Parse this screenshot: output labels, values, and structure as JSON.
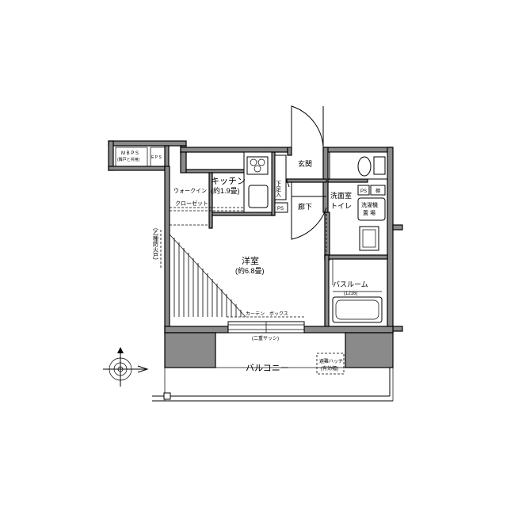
{
  "rooms": {
    "kitchen": {
      "name": "キッチン",
      "size": "(約1.9畳)"
    },
    "western": {
      "name": "洋室",
      "size": "(約6.8畳)"
    },
    "washroom_toilet": {
      "line1": "洗面室",
      "line2": "トイレ"
    },
    "bathroom": {
      "name": "バスルーム",
      "size": "(1216)"
    },
    "balcony": {
      "name": "バルコニー"
    },
    "entrance": {
      "name": "玄関"
    },
    "hallway": {
      "name": "廊下"
    },
    "walkin_closet": {
      "line1": "ウォークイン",
      "line2": "クローゼット"
    }
  },
  "labels": {
    "mb_ps": "M B  P S",
    "mb_ps_sub": "(隣戸と共用)",
    "eps": "E P S",
    "shoe_rack": "下足入",
    "ps_kitchen": "PS",
    "ps_wash": "PS",
    "ps_wash_small": "棚",
    "washer_line1": "洗濯機",
    "washer_line2": "置 場",
    "curtain_box": "カーテン　ボックス",
    "double_sash": "(二重サッシ)",
    "evac_hatch_line1": "避難ハッチ",
    "evac_hatch_line2": "(有効幅)",
    "fire_door": "(乙種防火戸)"
  },
  "icons": {
    "compass": "north-compass-icon"
  }
}
